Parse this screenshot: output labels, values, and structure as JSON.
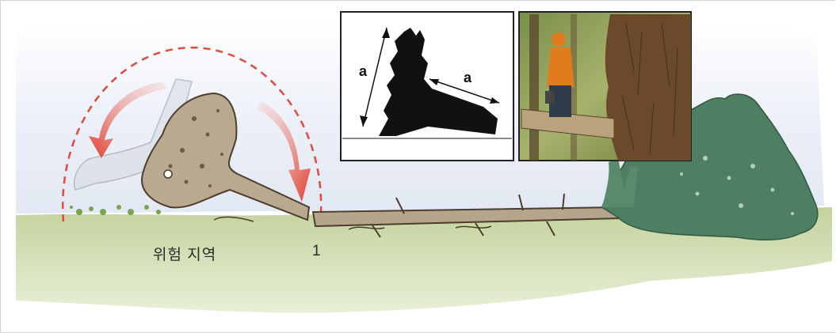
{
  "labels": {
    "danger_zone": "위험 지역",
    "marker": "1",
    "dimension_a1": "a",
    "dimension_a2": "a"
  },
  "colors": {
    "ground": "#c9d6a6",
    "sky": "#e6eaf5",
    "trunk": "#b7a88d",
    "arc_dashed": "#e04a3a",
    "arrow": "#e8473a",
    "crown": "#4f7f62"
  }
}
